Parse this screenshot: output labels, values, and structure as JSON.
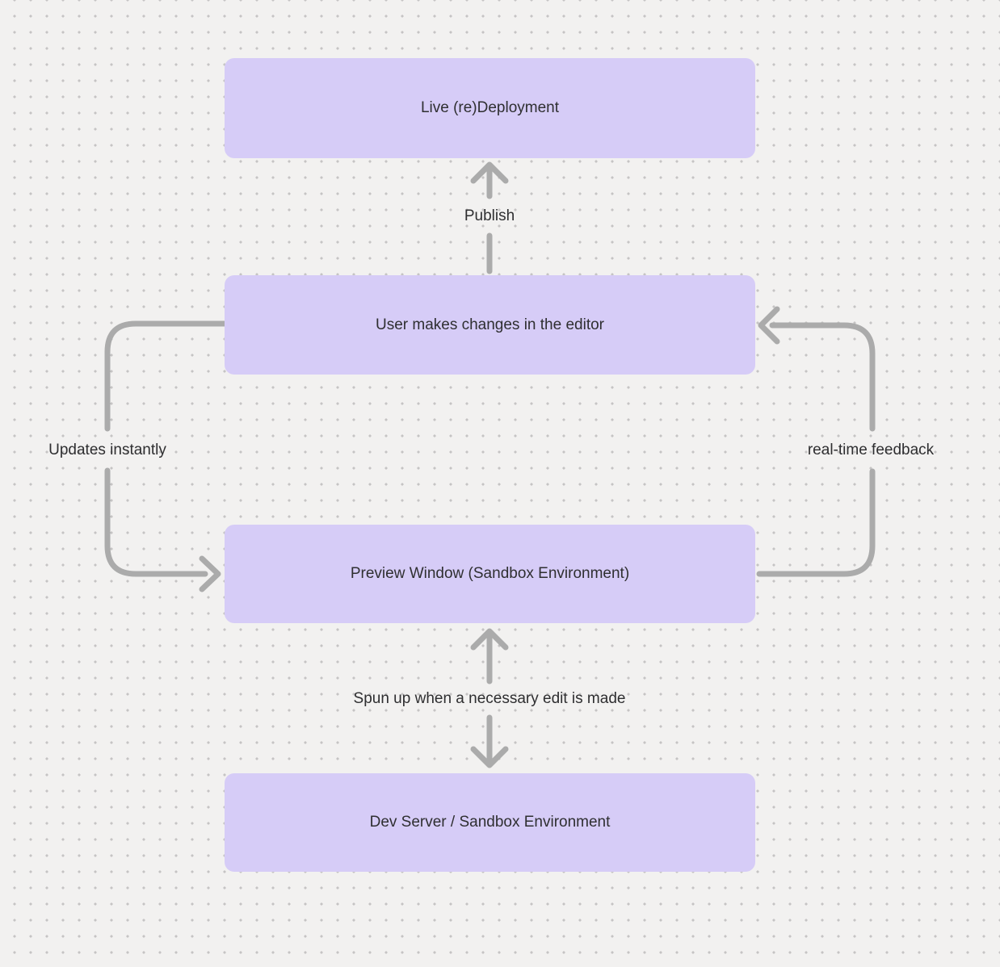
{
  "diagram": {
    "nodes": [
      {
        "id": "live-redeployment",
        "label": "Live (re)Deployment"
      },
      {
        "id": "user-editor",
        "label": "User makes changes in the editor"
      },
      {
        "id": "preview-window",
        "label": "Preview Window (Sandbox Environment)"
      },
      {
        "id": "dev-server",
        "label": "Dev Server / Sandbox Environment"
      }
    ],
    "edges": [
      {
        "id": "publish",
        "label": "Publish",
        "from": "user-editor",
        "to": "live-redeployment",
        "direction": "up"
      },
      {
        "id": "updates-instantly",
        "label": "Updates instantly",
        "from": "user-editor",
        "to": "preview-window",
        "direction": "left-loop-down"
      },
      {
        "id": "real-time-feedback",
        "label": "real-time feedback",
        "from": "preview-window",
        "to": "user-editor",
        "direction": "right-loop-up"
      },
      {
        "id": "spun-up",
        "label": "Spun up when a necessary edit is made",
        "from": "preview-window",
        "to": "dev-server",
        "direction": "bidirectional-vertical"
      }
    ],
    "colors": {
      "canvas_background": "#f2f1f0",
      "dot_grid": "#c5c4c4",
      "node_fill": "#d6ccf7",
      "node_text": "#2f2f31",
      "arrow_stroke": "#ababab",
      "edge_label_text": "#2e2e30"
    }
  }
}
